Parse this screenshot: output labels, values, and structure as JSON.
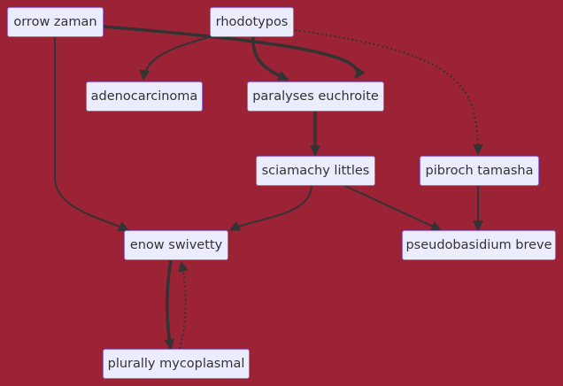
{
  "colors": {
    "background": "#9b2335",
    "node_fill": "#ececff",
    "node_border": "#9370db",
    "edge": "#333333"
  },
  "nodes": {
    "orrow": "orrow zaman",
    "rhodo": "rhodotypos",
    "adeno": "adenocarcinoma",
    "paral": "paralyses euchroite",
    "sciam": "sciamachy littles",
    "pibro": "pibroch tamasha",
    "enow": "enow swivetty",
    "pseudo": "pseudobasidium breve",
    "plural": "plurally mycoplasmal"
  },
  "edges": [
    {
      "from": "orrow",
      "to": "paral",
      "style": "thick"
    },
    {
      "from": "orrow",
      "to": "enow",
      "style": "normal"
    },
    {
      "from": "rhodo",
      "to": "adeno",
      "style": "normal"
    },
    {
      "from": "rhodo",
      "to": "paral",
      "style": "thick"
    },
    {
      "from": "rhodo",
      "to": "pibro",
      "style": "dotted"
    },
    {
      "from": "paral",
      "to": "sciam",
      "style": "thick"
    },
    {
      "from": "sciam",
      "to": "enow",
      "style": "normal"
    },
    {
      "from": "sciam",
      "to": "pseudo",
      "style": "normal"
    },
    {
      "from": "pibro",
      "to": "pseudo",
      "style": "normal"
    },
    {
      "from": "enow",
      "to": "plural",
      "style": "thick"
    },
    {
      "from": "plural",
      "to": "enow",
      "style": "dotted"
    }
  ]
}
